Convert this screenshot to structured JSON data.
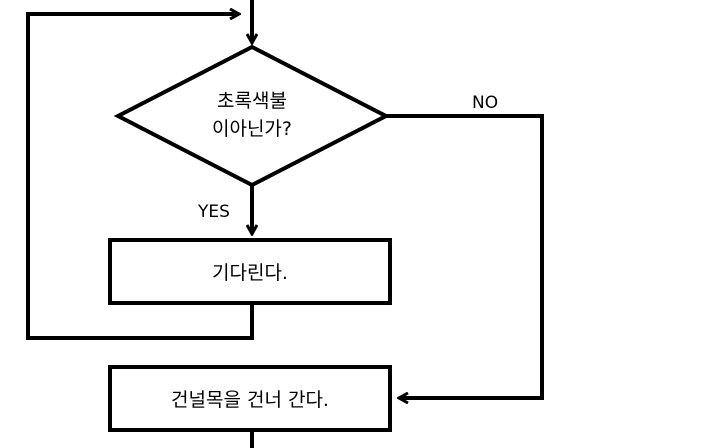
{
  "flowchart": {
    "decision": {
      "line1": "초록색불",
      "line2": "이아닌가?"
    },
    "wait_step": {
      "label": "기다린다."
    },
    "cross_step": {
      "label": "건널목을 건너 간다."
    },
    "edges": {
      "yes_label": "YES",
      "no_label": "NO"
    }
  },
  "colors": {
    "stroke": "#000000",
    "background": "#ffffff"
  }
}
